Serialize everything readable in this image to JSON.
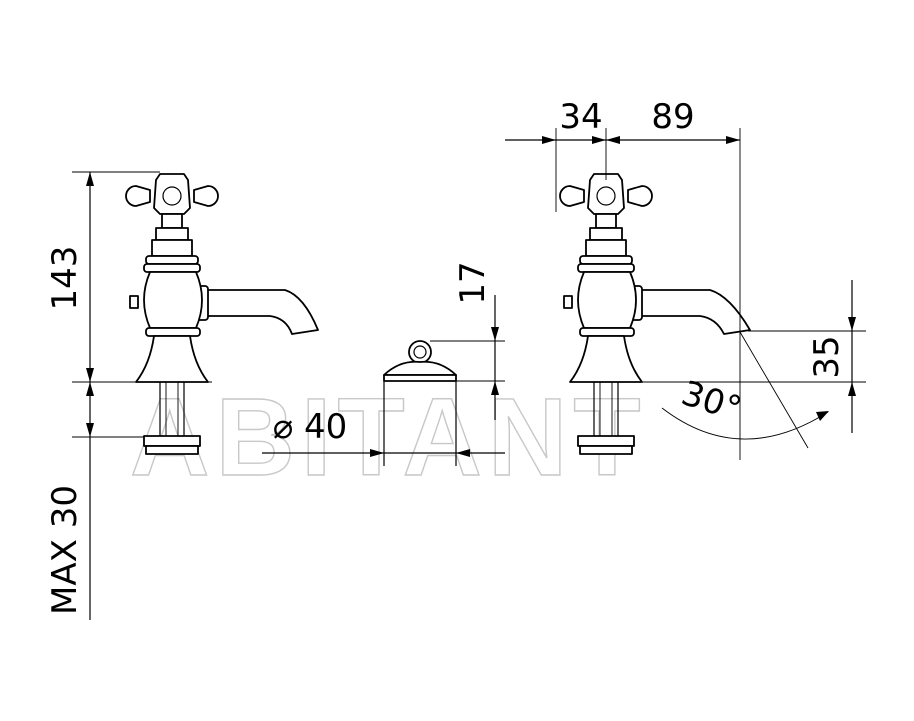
{
  "dimensions": {
    "total_height": "143",
    "max_deck": "MAX 30",
    "base_diameter": "⌀ 40",
    "cap_height": "17",
    "handle_offset": "34",
    "spout_reach": "89",
    "spout_height": "35",
    "spout_angle": "30°"
  },
  "watermark": {
    "text": "ABITANT"
  },
  "colors": {
    "line": "#000000",
    "watermark": "#c8c8c8",
    "background": "#ffffff"
  }
}
